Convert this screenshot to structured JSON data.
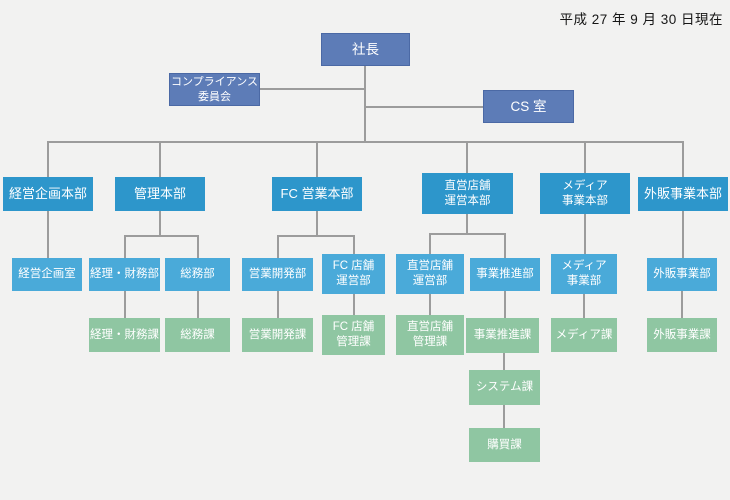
{
  "meta": {
    "date_note": "平成 27 年 9 月 30 日現在"
  },
  "colors": {
    "background": "#f2f2f1",
    "executive_fill": "#5d7cb7",
    "executive_border": "#4b69a5",
    "department_fill": "#2d96cb",
    "division_fill": "#4aaad9",
    "section_fill": "#8fc6a2",
    "connector": "#9c9c9c",
    "box_text": "#ffffff",
    "note_text": "#161616"
  },
  "org": {
    "president": {
      "label": "社長"
    },
    "compliance_committee": {
      "label": "コンプライアンス\n委員会"
    },
    "cs_office": {
      "label": "CS 室"
    },
    "departments": {
      "corporate_planning": {
        "label": "経営企画本部"
      },
      "administration": {
        "label": "管理本部"
      },
      "fc_sales": {
        "label": "FC 営業本部"
      },
      "direct_store_operations": {
        "label": "直営店舗\n運営本部"
      },
      "media_business": {
        "label": "メディア\n事業本部"
      },
      "external_sales": {
        "label": "外販事業本部"
      }
    },
    "divisions": {
      "corporate_planning_office": {
        "label": "経営企画室"
      },
      "accounting_finance": {
        "label": "経理・財務部"
      },
      "general_affairs": {
        "label": "総務部"
      },
      "sales_development": {
        "label": "営業開発部"
      },
      "fc_store_operations": {
        "label": "FC 店舗\n運営部"
      },
      "direct_store_operations": {
        "label": "直営店舗\n運営部"
      },
      "business_promotion": {
        "label": "事業推進部"
      },
      "media_business": {
        "label": "メディア\n事業部"
      },
      "external_sales": {
        "label": "外販事業部"
      }
    },
    "sections": {
      "accounting_finance": {
        "label": "経理・財務課"
      },
      "general_affairs": {
        "label": "総務課"
      },
      "sales_development": {
        "label": "営業開発課"
      },
      "fc_store_management": {
        "label": "FC 店舗\n管理課"
      },
      "direct_store_management": {
        "label": "直営店舗\n管理課"
      },
      "business_promotion": {
        "label": "事業推進課"
      },
      "media": {
        "label": "メディア課"
      },
      "external_sales": {
        "label": "外販事業課"
      },
      "system": {
        "label": "システム課"
      },
      "purchasing": {
        "label": "購買課"
      }
    }
  }
}
